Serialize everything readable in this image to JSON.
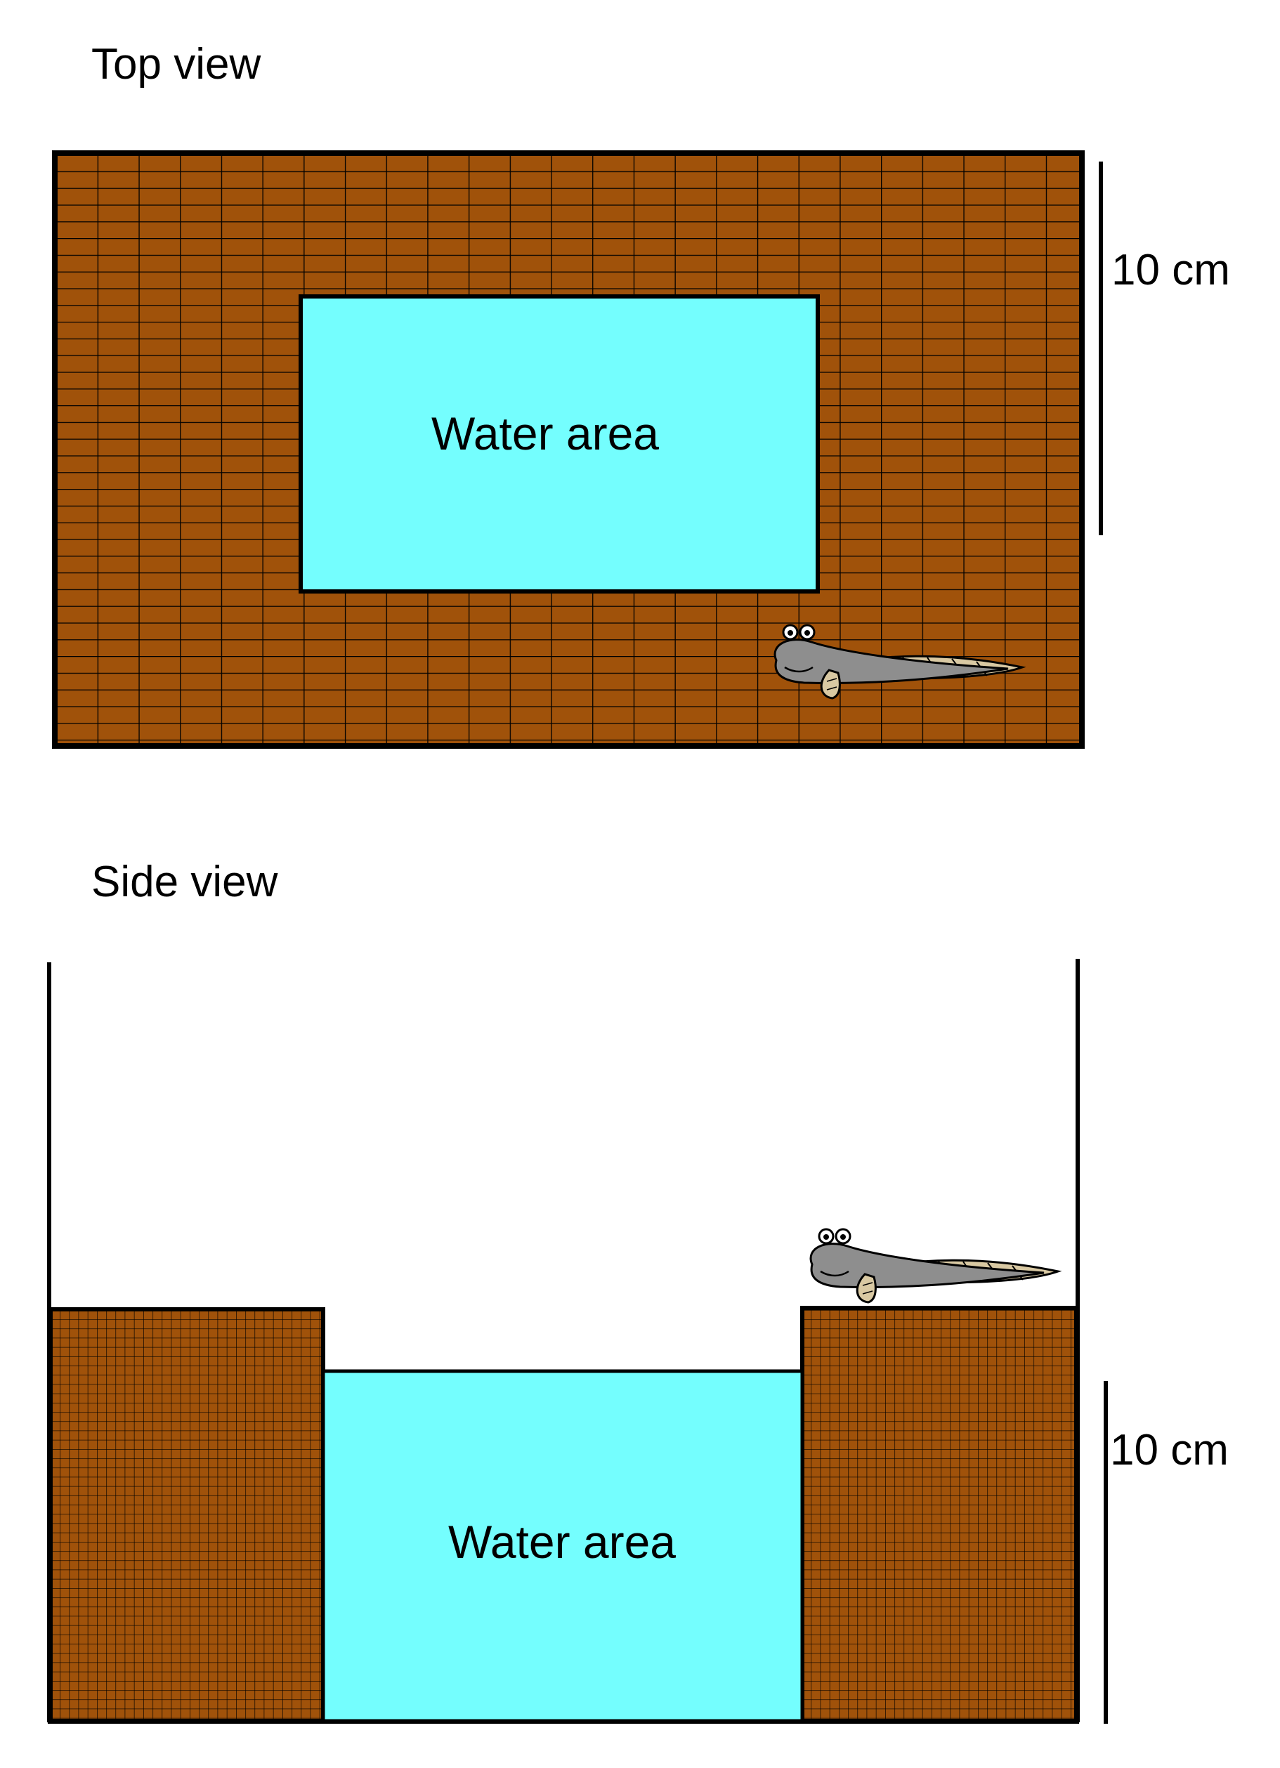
{
  "top_view": {
    "title": "Top view",
    "water_label": "Water area",
    "scale_label": "10 cm"
  },
  "side_view": {
    "title": "Side view",
    "water_label": "Water area",
    "scale_label": "10 cm"
  },
  "colors": {
    "substrate": "#A0520A",
    "grid_line": "#000000",
    "water": "#74FEFE",
    "outline": "#000000",
    "fish_body": "#8E8E8E",
    "fish_fin": "#D9C9A3",
    "background": "#FFFFFF"
  },
  "icons": {
    "animal": "mudskipper-icon"
  }
}
